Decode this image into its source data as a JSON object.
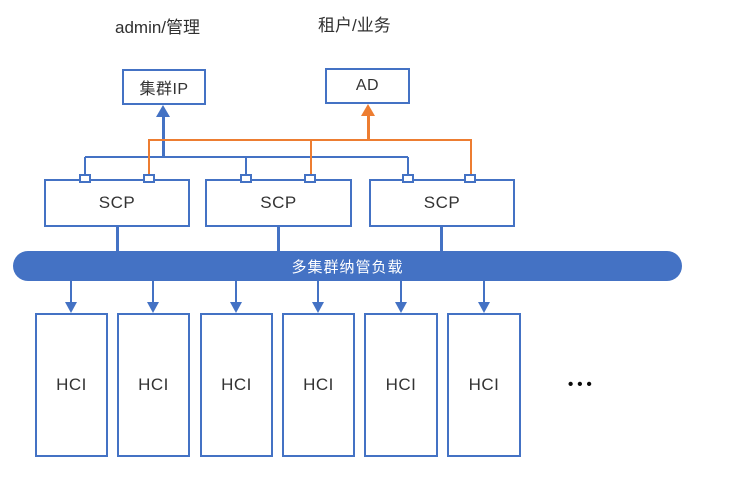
{
  "colors": {
    "blue": "#4472C4",
    "orange": "#ED7D31",
    "text": "#333333",
    "pill-text": "#ffffff"
  },
  "labels": {
    "admin": "admin/管理",
    "tenant": "租户/业务"
  },
  "nodes": {
    "cluster_ip": "集群IP",
    "ad": "AD",
    "scp": [
      "SCP",
      "SCP",
      "SCP"
    ],
    "load_bar": "多集群纳管负载",
    "hci": [
      "HCI",
      "HCI",
      "HCI",
      "HCI",
      "HCI",
      "HCI"
    ],
    "ellipsis": "•••"
  }
}
